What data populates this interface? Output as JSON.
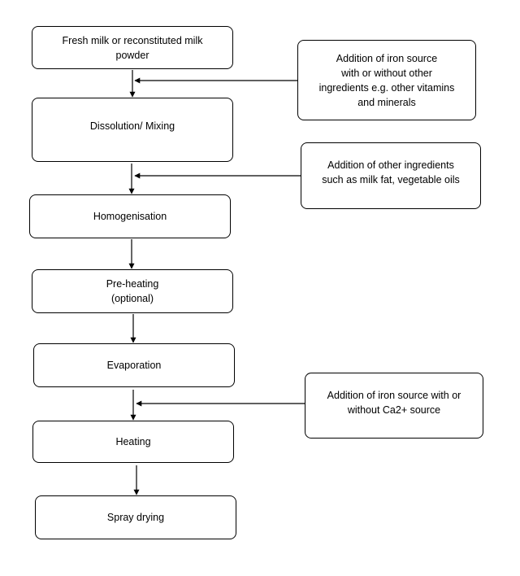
{
  "steps": [
    {
      "id": "fresh-milk",
      "label": "Fresh milk or reconstituted milk\npowder"
    },
    {
      "id": "dissolution",
      "label": "Dissolution/ Mixing"
    },
    {
      "id": "homogenisation",
      "label": "Homogenisation"
    },
    {
      "id": "pre-heating",
      "label": "Pre-heating\n(optional)"
    },
    {
      "id": "evaporation",
      "label": "Evaporation"
    },
    {
      "id": "heating",
      "label": "Heating"
    },
    {
      "id": "spray-drying",
      "label": "Spray drying"
    }
  ],
  "additions": [
    {
      "id": "iron-vitamins",
      "label": "Addition of iron source\nwith or without other\ningredients e.g. other vitamins\nand minerals"
    },
    {
      "id": "milk-fat-oils",
      "label": "Addition of other ingredients\nsuch as milk fat, vegetable oils"
    },
    {
      "id": "iron-calcium",
      "label": "Addition of iron source with or\nwithout Ca2+ source"
    }
  ]
}
